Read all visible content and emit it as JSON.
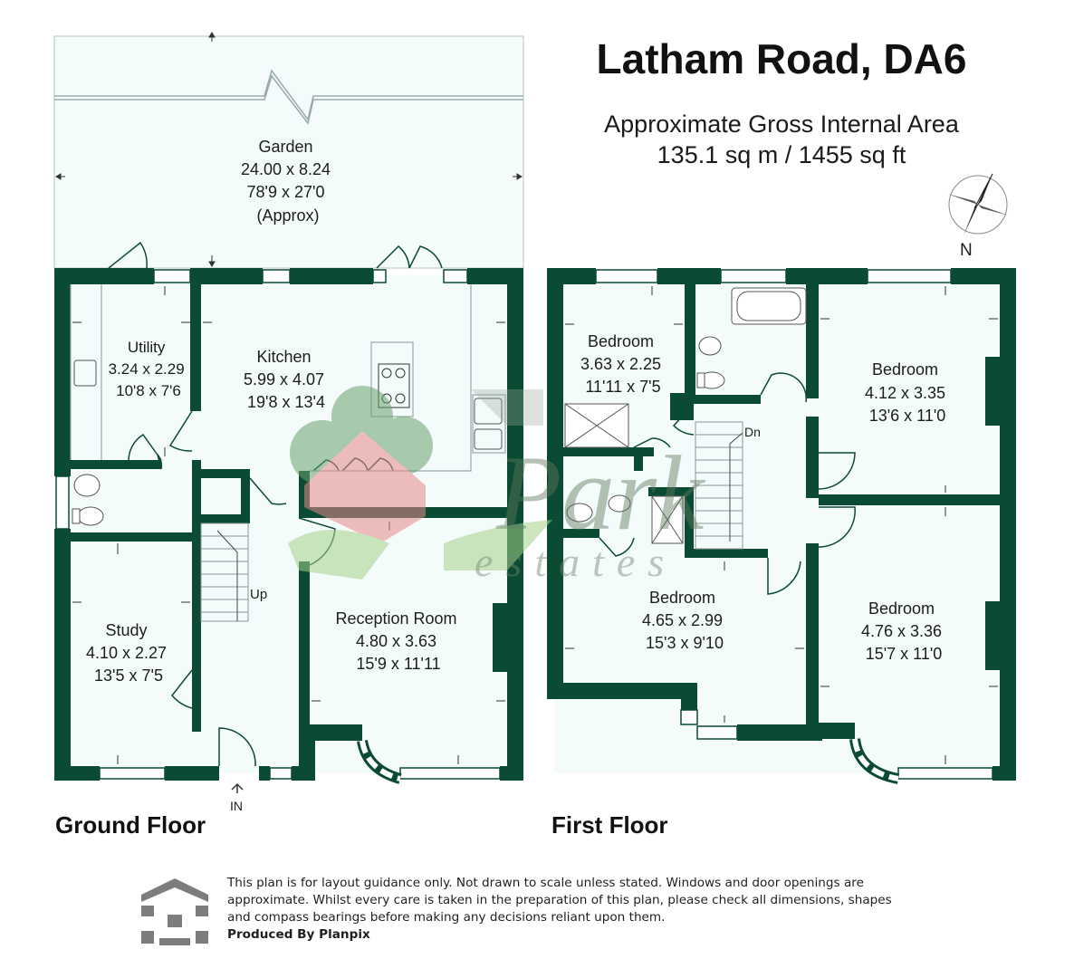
{
  "header": {
    "title": "Latham Road, DA6",
    "area_label": "Approximate Gross Internal Area",
    "area_value": "135.1 sq m / 1455 sq ft"
  },
  "compass": {
    "north_label": "N"
  },
  "floors": {
    "ground": "Ground Floor",
    "first": "First Floor"
  },
  "ground_floor": {
    "garden": {
      "name": "Garden",
      "metric": "24.00 x 8.24",
      "imperial": "78'9 x 27'0",
      "note": "(Approx)"
    },
    "utility": {
      "name": "Utility",
      "metric": "3.24 x 2.29",
      "imperial": "10'8 x 7'6"
    },
    "kitchen": {
      "name": "Kitchen",
      "metric": "5.99 x 4.07",
      "imperial": "19'8 x 13'4"
    },
    "study": {
      "name": "Study",
      "metric": "4.10 x 2.27",
      "imperial": "13'5 x 7'5"
    },
    "reception": {
      "name": "Reception Room",
      "metric": "4.80 x 3.63",
      "imperial": "15'9 x 11'11"
    },
    "stairs_label": "Up",
    "entrance_label": "IN"
  },
  "first_floor": {
    "bedroom_small": {
      "name": "Bedroom",
      "metric": "3.63 x 2.25",
      "imperial": "11'11 x 7'5"
    },
    "bedroom_rear_right": {
      "name": "Bedroom",
      "metric": "4.12 x 3.35",
      "imperial": "13'6 x 11'0"
    },
    "bedroom_front_left": {
      "name": "Bedroom",
      "metric": "4.65 x 2.99",
      "imperial": "15'3 x 9'10"
    },
    "bedroom_front_right": {
      "name": "Bedroom",
      "metric": "4.76 x 3.36",
      "imperial": "15'7 x 11'0"
    },
    "stairs_label": "Dn"
  },
  "watermark": {
    "word1": "Park",
    "word2": "estates"
  },
  "footer": {
    "disclaimer": "This plan is for layout guidance only. Not drawn to scale unless stated. Windows and door openings are approximate. Whilst every care is taken in the preparation of this plan, please check all dimensions, shapes and compass bearings before making any decisions reliant upon them.",
    "produced_by": "Produced By Planpix"
  },
  "colors": {
    "wall": "#0b4a33",
    "floor": "#f3fbfb",
    "text": "#1d1d1d",
    "watermark_green": "#6aa26c",
    "watermark_red": "#e88a8a"
  }
}
